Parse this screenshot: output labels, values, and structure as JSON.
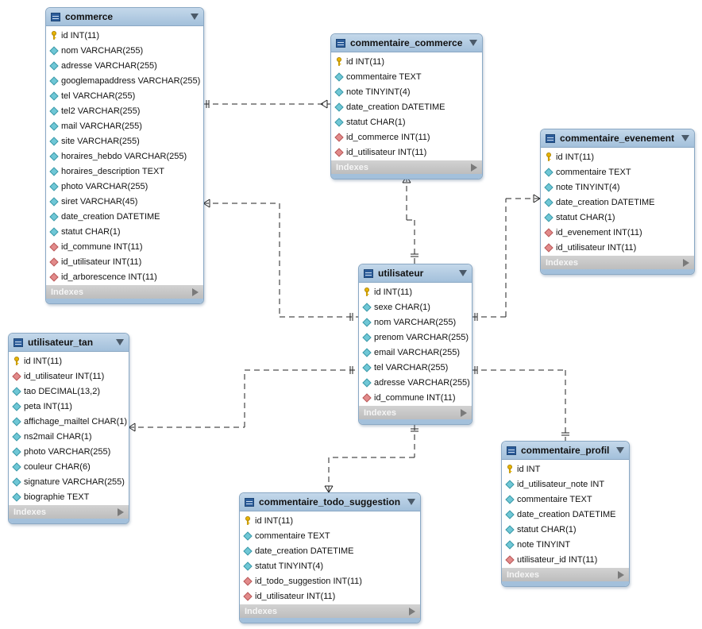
{
  "tables": [
    {
      "id": "commerce",
      "name": "commerce",
      "columns": [
        {
          "text": "id INT(11)",
          "kind": "pk"
        },
        {
          "text": "nom VARCHAR(255)",
          "kind": "col"
        },
        {
          "text": "adresse VARCHAR(255)",
          "kind": "col"
        },
        {
          "text": "googlemapaddress VARCHAR(255)",
          "kind": "col"
        },
        {
          "text": "tel VARCHAR(255)",
          "kind": "col"
        },
        {
          "text": "tel2 VARCHAR(255)",
          "kind": "col"
        },
        {
          "text": "mail VARCHAR(255)",
          "kind": "col"
        },
        {
          "text": "site VARCHAR(255)",
          "kind": "col"
        },
        {
          "text": "horaires_hebdo VARCHAR(255)",
          "kind": "col"
        },
        {
          "text": "horaires_description TEXT",
          "kind": "col"
        },
        {
          "text": "photo VARCHAR(255)",
          "kind": "col"
        },
        {
          "text": "siret VARCHAR(45)",
          "kind": "col"
        },
        {
          "text": "date_creation DATETIME",
          "kind": "col"
        },
        {
          "text": "statut CHAR(1)",
          "kind": "col"
        },
        {
          "text": "id_commune INT(11)",
          "kind": "fk"
        },
        {
          "text": "id_utilisateur INT(11)",
          "kind": "fk"
        },
        {
          "text": "id_arborescence INT(11)",
          "kind": "fk"
        }
      ],
      "indexes_label": "Indexes"
    },
    {
      "id": "commentaire_commerce",
      "name": "commentaire_commerce",
      "columns": [
        {
          "text": "id INT(11)",
          "kind": "pk"
        },
        {
          "text": "commentaire TEXT",
          "kind": "col"
        },
        {
          "text": "note TINYINT(4)",
          "kind": "col"
        },
        {
          "text": "date_creation DATETIME",
          "kind": "col"
        },
        {
          "text": "statut CHAR(1)",
          "kind": "col"
        },
        {
          "text": "id_commerce INT(11)",
          "kind": "fk"
        },
        {
          "text": "id_utilisateur INT(11)",
          "kind": "fk"
        }
      ],
      "indexes_label": "Indexes"
    },
    {
      "id": "commentaire_evenement",
      "name": "commentaire_evenement",
      "columns": [
        {
          "text": "id INT(11)",
          "kind": "pk"
        },
        {
          "text": "commentaire TEXT",
          "kind": "col"
        },
        {
          "text": "note TINYINT(4)",
          "kind": "col"
        },
        {
          "text": "date_creation DATETIME",
          "kind": "col"
        },
        {
          "text": "statut CHAR(1)",
          "kind": "col"
        },
        {
          "text": "id_evenement INT(11)",
          "kind": "fk"
        },
        {
          "text": "id_utilisateur INT(11)",
          "kind": "fk"
        }
      ],
      "indexes_label": "Indexes"
    },
    {
      "id": "utilisateur",
      "name": "utilisateur",
      "columns": [
        {
          "text": "id INT(11)",
          "kind": "pk"
        },
        {
          "text": "sexe CHAR(1)",
          "kind": "col"
        },
        {
          "text": "nom VARCHAR(255)",
          "kind": "col"
        },
        {
          "text": "prenom VARCHAR(255)",
          "kind": "col"
        },
        {
          "text": "email VARCHAR(255)",
          "kind": "col"
        },
        {
          "text": "tel VARCHAR(255)",
          "kind": "col"
        },
        {
          "text": "adresse VARCHAR(255)",
          "kind": "col"
        },
        {
          "text": "id_commune INT(11)",
          "kind": "fk"
        }
      ],
      "indexes_label": "Indexes"
    },
    {
      "id": "utilisateur_tan",
      "name": "utilisateur_tan",
      "columns": [
        {
          "text": "id INT(11)",
          "kind": "pk"
        },
        {
          "text": "id_utilisateur INT(11)",
          "kind": "fk"
        },
        {
          "text": "tao DECIMAL(13,2)",
          "kind": "col"
        },
        {
          "text": "peta INT(11)",
          "kind": "col"
        },
        {
          "text": "affichage_mailtel CHAR(1)",
          "kind": "col"
        },
        {
          "text": "ns2mail CHAR(1)",
          "kind": "col"
        },
        {
          "text": "photo VARCHAR(255)",
          "kind": "col"
        },
        {
          "text": "couleur CHAR(6)",
          "kind": "col"
        },
        {
          "text": "signature VARCHAR(255)",
          "kind": "col"
        },
        {
          "text": "biographie TEXT",
          "kind": "col"
        }
      ],
      "indexes_label": "Indexes"
    },
    {
      "id": "commentaire_todo_suggestion",
      "name": "commentaire_todo_suggestion",
      "columns": [
        {
          "text": "id INT(11)",
          "kind": "pk"
        },
        {
          "text": "commentaire TEXT",
          "kind": "col"
        },
        {
          "text": "date_creation DATETIME",
          "kind": "col"
        },
        {
          "text": "statut TINYINT(4)",
          "kind": "col"
        },
        {
          "text": "id_todo_suggestion INT(11)",
          "kind": "fk"
        },
        {
          "text": "id_utilisateur INT(11)",
          "kind": "fk"
        }
      ],
      "indexes_label": "Indexes"
    },
    {
      "id": "commentaire_profil",
      "name": "commentaire_profil",
      "columns": [
        {
          "text": "id INT",
          "kind": "pk"
        },
        {
          "text": "id_utilisateur_note INT",
          "kind": "col"
        },
        {
          "text": "commentaire TEXT",
          "kind": "col"
        },
        {
          "text": "date_creation DATETIME",
          "kind": "col"
        },
        {
          "text": "statut CHAR(1)",
          "kind": "col"
        },
        {
          "text": "note TINYINT",
          "kind": "col"
        },
        {
          "text": "utilisateur_id INT(11)",
          "kind": "fk"
        }
      ],
      "indexes_label": "Indexes"
    }
  ],
  "relationships": [
    {
      "from": "commerce",
      "to": "commentaire_commerce",
      "from_card": "one",
      "to_card": "many"
    },
    {
      "from": "commentaire_commerce",
      "to": "utilisateur",
      "from_card": "many",
      "to_card": "one"
    },
    {
      "from": "commerce",
      "to": "utilisateur",
      "from_card": "many",
      "to_card": "one"
    },
    {
      "from": "utilisateur",
      "to": "commentaire_evenement",
      "from_card": "one",
      "to_card": "many"
    },
    {
      "from": "utilisateur_tan",
      "to": "utilisateur",
      "from_card": "many",
      "to_card": "one"
    },
    {
      "from": "utilisateur",
      "to": "commentaire_todo_suggestion",
      "from_card": "one",
      "to_card": "many"
    },
    {
      "from": "utilisateur",
      "to": "commentaire_profil",
      "from_card": "one",
      "to_card": "one"
    }
  ],
  "colors": {
    "header": "#a3c0db",
    "pk": "#d8a300",
    "column": "#6fc7d6",
    "fk": "#e28a8a",
    "footer": "#c6c6c6"
  }
}
